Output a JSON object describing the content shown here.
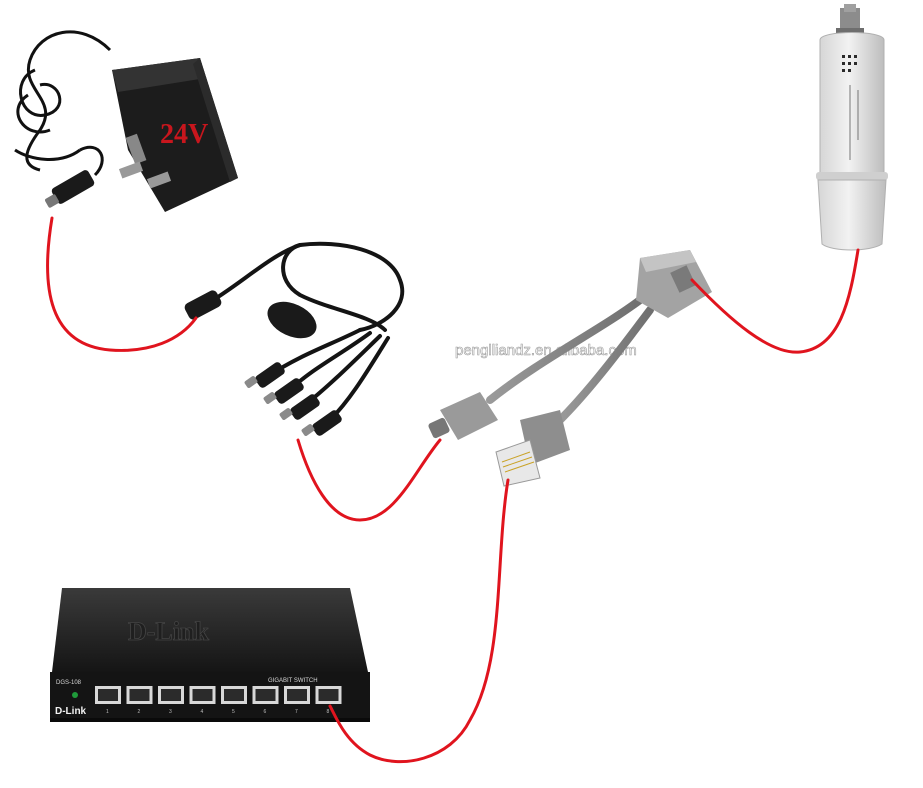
{
  "adapter": {
    "voltage_label": "24V"
  },
  "watermark": {
    "text": "penglliandz.en.alibaba.com"
  },
  "switch": {
    "brand": "D-Link",
    "model": "DGS-108",
    "series_label": "GIGABIT SWITCH",
    "ports": [
      "1",
      "2",
      "3",
      "4",
      "5",
      "6",
      "7",
      "8"
    ]
  },
  "colors": {
    "wire": "#e0141e",
    "device_dark": "#1c1c1c",
    "poe_cable": "#8a8a8a"
  },
  "icons": [
    "power-adapter",
    "power-splitter-cable",
    "poe-injector-cable",
    "outdoor-access-point",
    "network-switch"
  ]
}
